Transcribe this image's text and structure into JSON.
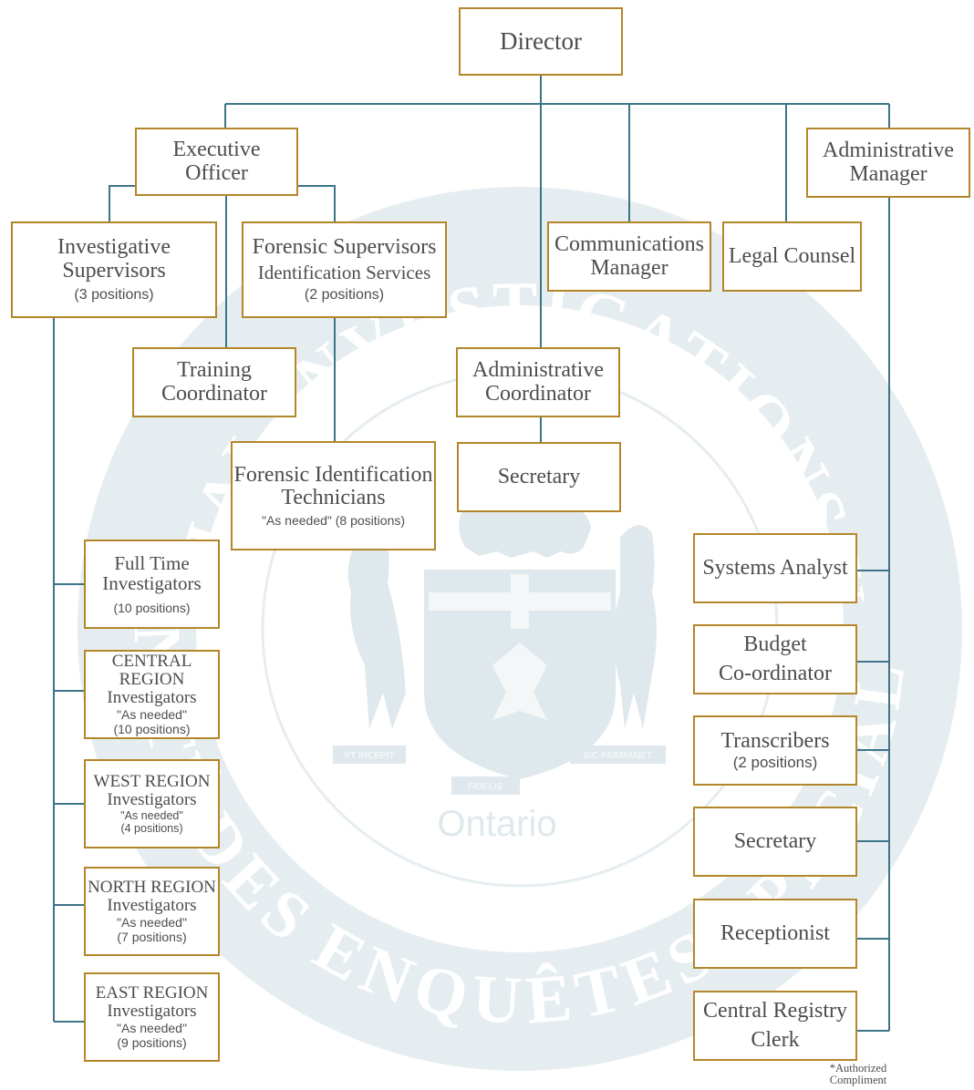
{
  "colors": {
    "box_border": "#b3862a",
    "connector": "#3d7488",
    "watermark": "#dfe8ec",
    "text": "#4d4d4d"
  },
  "watermark": {
    "top_arc": "SPECIAL INVESTIGATIONS UNIT",
    "bottom_arc": "UNITÉ DES ENQUÊTES SPÉCIALES",
    "motto_left": "VT INCEPIT",
    "motto_right": "SIC PERMANET",
    "motto_center": "FIDELIS",
    "province": "Ontario"
  },
  "nodes": {
    "director": {
      "title": "Director"
    },
    "executive_officer": {
      "line1": "Executive",
      "line2": "Officer"
    },
    "administrative_manager": {
      "line1": "Administrative",
      "line2": "Manager"
    },
    "investigative_supervisors": {
      "line1": "Investigative",
      "line2": "Supervisors",
      "positions": "(3 positions)"
    },
    "forensic_supervisors": {
      "line1": "Forensic Supervisors",
      "line2": "Identification Services",
      "positions": "(2 positions)"
    },
    "communications_manager": {
      "line1": "Communications",
      "line2": "Manager"
    },
    "legal_counsel": {
      "title": "Legal Counsel"
    },
    "training_coordinator": {
      "line1": "Training",
      "line2": "Coordinator"
    },
    "administrative_coordinator": {
      "line1": "Administrative",
      "line2": "Coordinator"
    },
    "forensic_technicians": {
      "line1": "Forensic Identification",
      "line2": "Technicians",
      "note": "\"As needed\" (8 positions)"
    },
    "secretary_center": {
      "title": "Secretary"
    },
    "full_time_investigators": {
      "line1": "Full Time",
      "line2": "Investigators",
      "positions": "(10 positions)"
    },
    "central_region": {
      "region": "CENTRAL REGION",
      "role": "Investigators",
      "note": "\"As needed\"",
      "positions": "(10 positions)"
    },
    "west_region": {
      "region": "WEST REGION",
      "role": "Investigators",
      "note": "\"As needed\"",
      "positions": "(4 positions)"
    },
    "north_region": {
      "region": "NORTH REGION",
      "role": "Investigators",
      "note": "\"As needed\"",
      "positions": "(7 positions)"
    },
    "east_region": {
      "region": "EAST REGION",
      "role": "Investigators",
      "note": "\"As needed\"",
      "positions": "(9 positions)"
    },
    "systems_analyst": {
      "title": "Systems Analyst"
    },
    "budget_coordinator": {
      "line1": "Budget",
      "line2": "Co-ordinator"
    },
    "transcribers": {
      "title": "Transcribers",
      "positions": "(2 positions)"
    },
    "secretary_right": {
      "title": "Secretary"
    },
    "receptionist": {
      "title": "Receptionist"
    },
    "central_registry_clerk": {
      "line1": "Central Registry",
      "line2": "Clerk"
    }
  },
  "footnote": {
    "line1": "*Authorized",
    "line2": "Compliment"
  }
}
